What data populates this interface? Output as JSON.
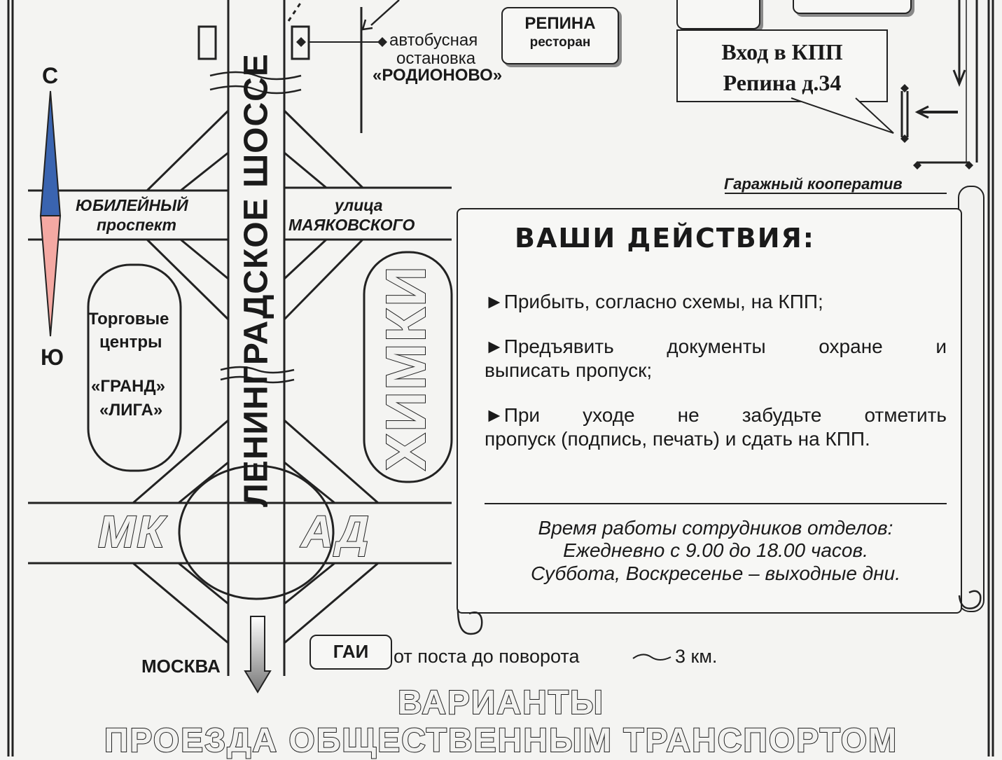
{
  "compass": {
    "north": "С",
    "south": "Ю",
    "north_color": "#3a64b0",
    "south_color": "#f4a9a3"
  },
  "roads": {
    "main_highway": "ЛЕНИНГРАДСКОЕ ШОССЕ",
    "left_street": [
      "ЮБИЛЕЙНЫЙ",
      "проспект"
    ],
    "right_street": [
      "улица",
      "МАЯКОВСКОГО"
    ],
    "ring_road_left": "МК",
    "ring_road_right": "АД"
  },
  "places": {
    "malls": [
      "Торговые",
      "центры",
      "«ГРАНД»",
      "«ЛИГА»"
    ],
    "district": "ХИМКИ",
    "restaurant": [
      "РЕПИНА",
      "ресторан"
    ],
    "bus_stop": [
      "автобусная",
      "остановка",
      "«РОДИОНОВО»"
    ],
    "checkpoint": [
      "Вход в КПП",
      "Репина д.34"
    ],
    "garage": "Гаражный кооператив",
    "gai": "ГАИ",
    "moscow": "МОСКВА",
    "distance_note": "от поста до поворота",
    "distance_value": "3 км."
  },
  "actions": {
    "title": "ВАШИ  ДЕЙСТВИЯ:",
    "items": [
      [
        "►Прибыть, согласно схемы, на КПП;"
      ],
      [
        "►Предъявить документы охране и",
        "выписать пропуск;"
      ],
      [
        "►При уходе не забудьте отметить",
        "пропуск (подпись, печать) и сдать на КПП."
      ]
    ],
    "hours": [
      "Время  работы  сотрудников отделов:",
      "Ежедневно с 9.00 до 18.00 часов.",
      "Суббота, Воскресенье – выходные дни."
    ]
  },
  "footer": [
    "ВАРИАНТЫ",
    "ПРОЕЗДА ОБЩЕСТВЕННЫМ ТРАНСПОРТОМ"
  ]
}
